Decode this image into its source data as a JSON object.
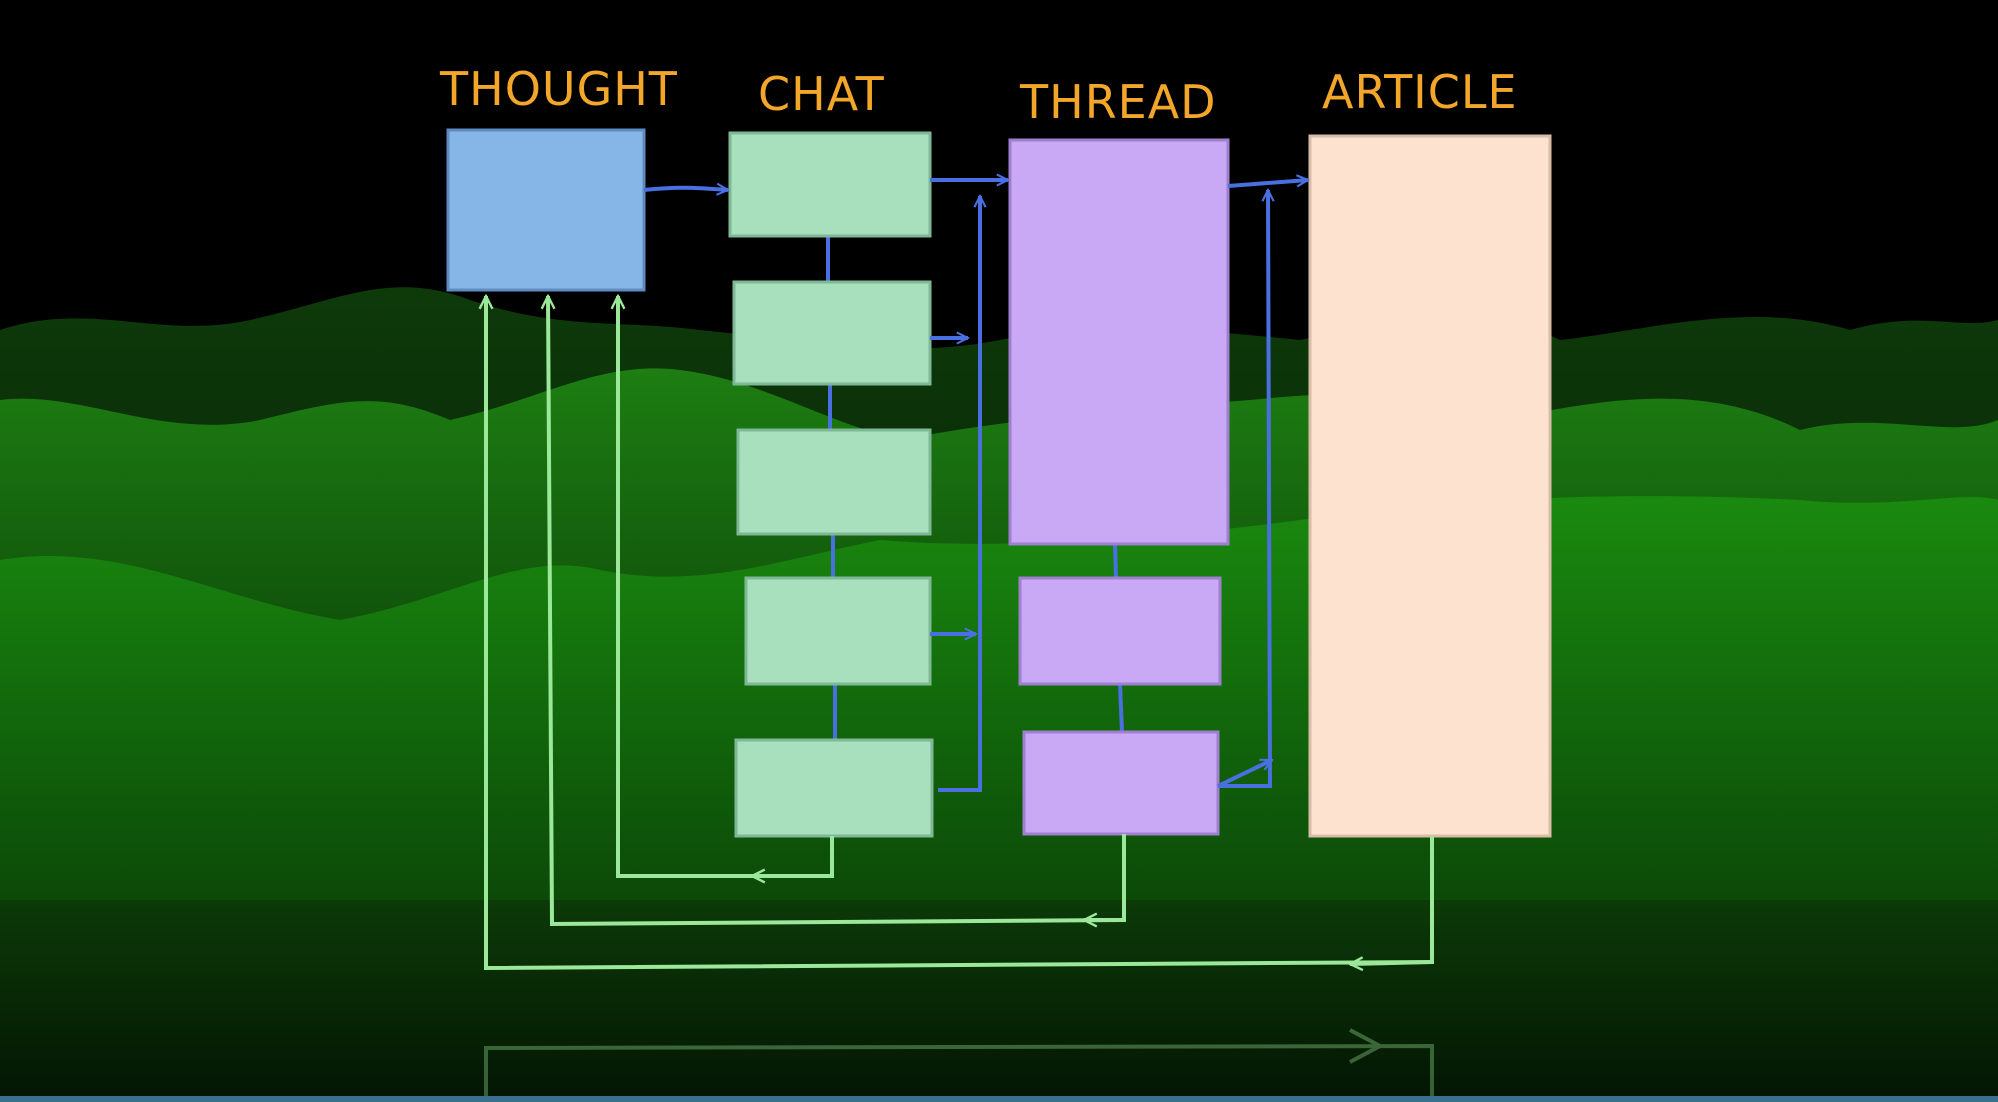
{
  "diagram": {
    "columns": [
      {
        "label": "THOUGHT"
      },
      {
        "label": "CHAT"
      },
      {
        "label": "THREAD"
      },
      {
        "label": "ARTICLE"
      }
    ]
  },
  "colors": {
    "label": "#f2a62a",
    "thought_box": "#86b6e8",
    "chat_box": "#a8e0bd",
    "thread_box": "#c9a9f5",
    "article_box": "#fde3cf",
    "forward_arrow": "#4a6fe0",
    "feedback_arrow": "#9be89a",
    "hills": "#1f8a12"
  }
}
